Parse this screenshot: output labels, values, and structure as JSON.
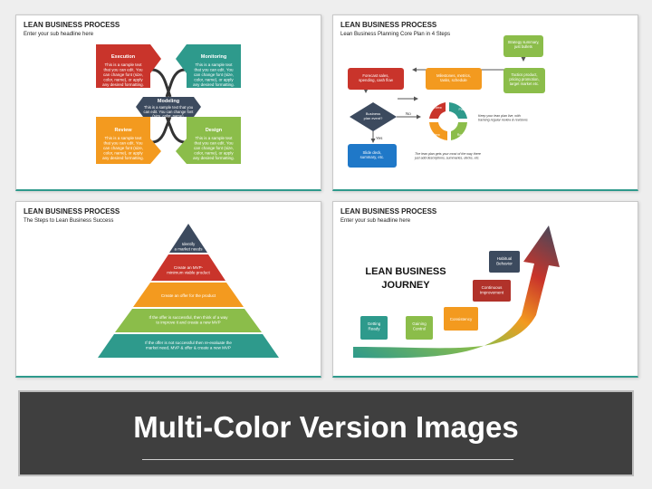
{
  "colors": {
    "red": "#c9342b",
    "teal": "#2e9a8c",
    "orange": "#f39a1f",
    "green": "#8bbd4a",
    "navy": "#3c4a5e",
    "blue": "#1f78c8",
    "darkred": "#b1322a"
  },
  "slide1": {
    "title": "LEAN BUSINESS PROCESS",
    "subtitle": "Enter your sub headline here",
    "execution": {
      "title": "Execution",
      "text": [
        "This is a sample text",
        "that you can edit. You",
        "can change font (size,",
        "color, name), or apply",
        "any desired formatting."
      ]
    },
    "monitoring": {
      "title": "Monitoring",
      "text": [
        "This is a sample text",
        "that you can edit. You",
        "can change font (size,",
        "color, name), or apply",
        "any desired formatting."
      ]
    },
    "modeling": {
      "title": "Modeling",
      "text": [
        "This is a sample text that you",
        "can edit. You can change font",
        "(size, color, name)."
      ]
    },
    "review": {
      "title": "Review",
      "text": [
        "This is a sample text",
        "that you can edit. You",
        "can change font (size,",
        "color, name), or apply",
        "any desired formatting."
      ]
    },
    "design": {
      "title": "Design",
      "text": [
        "This is a sample text",
        "that you can edit. You",
        "can change font (size,",
        "color, name), or apply",
        "any desired formatting."
      ]
    }
  },
  "slide2": {
    "title": "LEAN BUSINESS PROCESS",
    "subtitle": "Lean Business Planning Core Plan in 4 Steps",
    "forecast": [
      "Forecast sales,",
      "spending, cash flow"
    ],
    "milestones": [
      "Milestones, metrics,",
      "tasks, schedule"
    ],
    "strategy": [
      "Strategy summary,",
      "just bullets"
    ],
    "tactics": [
      "Tactics product,",
      "pricing promotion,",
      "target market etc."
    ],
    "decision": [
      "Business",
      "plan event?"
    ],
    "no_label": "No",
    "yes_label": "Yes",
    "slide_deck": [
      "Slide deck,",
      "summary, etc."
    ],
    "cycle": [
      "Review",
      "Plan",
      "Run",
      "Review"
    ],
    "keep_note": [
      "Keep your lean plan live, with",
      "tracking regular review & revisions"
    ],
    "bottom_note": [
      "The lean plan gets your most of the way there",
      "just add descriptions, summaries, decks, etc."
    ]
  },
  "slide3": {
    "title": "LEAN BUSINESS PROCESS",
    "subtitle": "The Steps to Lean Business Success",
    "levels": [
      [
        "Identify",
        "a market needs"
      ],
      [
        "Create an MVP-",
        "minimum viable product"
      ],
      [
        "Create an offer for the product"
      ],
      [
        "If the offer is successful, then think of a way",
        "to improve it and create a new MVP"
      ],
      [
        "If the offer is not successful then re-evaluate the",
        "market need, MVP & offer & create a new MVP"
      ]
    ]
  },
  "slide4": {
    "title": "LEAN BUSINESS PROCESS",
    "subtitle": "Enter your sub headline here",
    "headline": [
      "LEAN BUSINESS",
      "JOURNEY"
    ],
    "steps": [
      [
        "Getting",
        "Ready"
      ],
      [
        "Gaining",
        "Control"
      ],
      [
        "Consistency"
      ],
      [
        "Continuous",
        "Improvement"
      ],
      [
        "Habitual",
        "Behavior"
      ]
    ]
  },
  "banner": {
    "title": "Multi-Color Version Images"
  }
}
